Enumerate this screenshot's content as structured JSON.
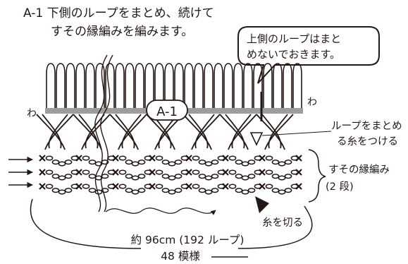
{
  "title": {
    "line1": "A-1 下側のループをまとめ、続けて",
    "line2": "すその縁編みを編みます。"
  },
  "callout_top": {
    "line1": "上側のループはまと",
    "line2": "めないでおきます。"
  },
  "band_label": "A-1",
  "wa_left": "わ",
  "wa_right": "わ",
  "attach_yarn": {
    "line1": "ループをまとめ",
    "line2": "る糸をつける"
  },
  "hem_edging": {
    "line1": "すその縁編み",
    "line2": "(2 段)"
  },
  "cut_yarn": "糸を切る",
  "width_label": "約 96cm (192 ループ)",
  "pattern_count": "48 模様",
  "colors": {
    "ink": "#231815",
    "band": "#9d9d9d"
  }
}
